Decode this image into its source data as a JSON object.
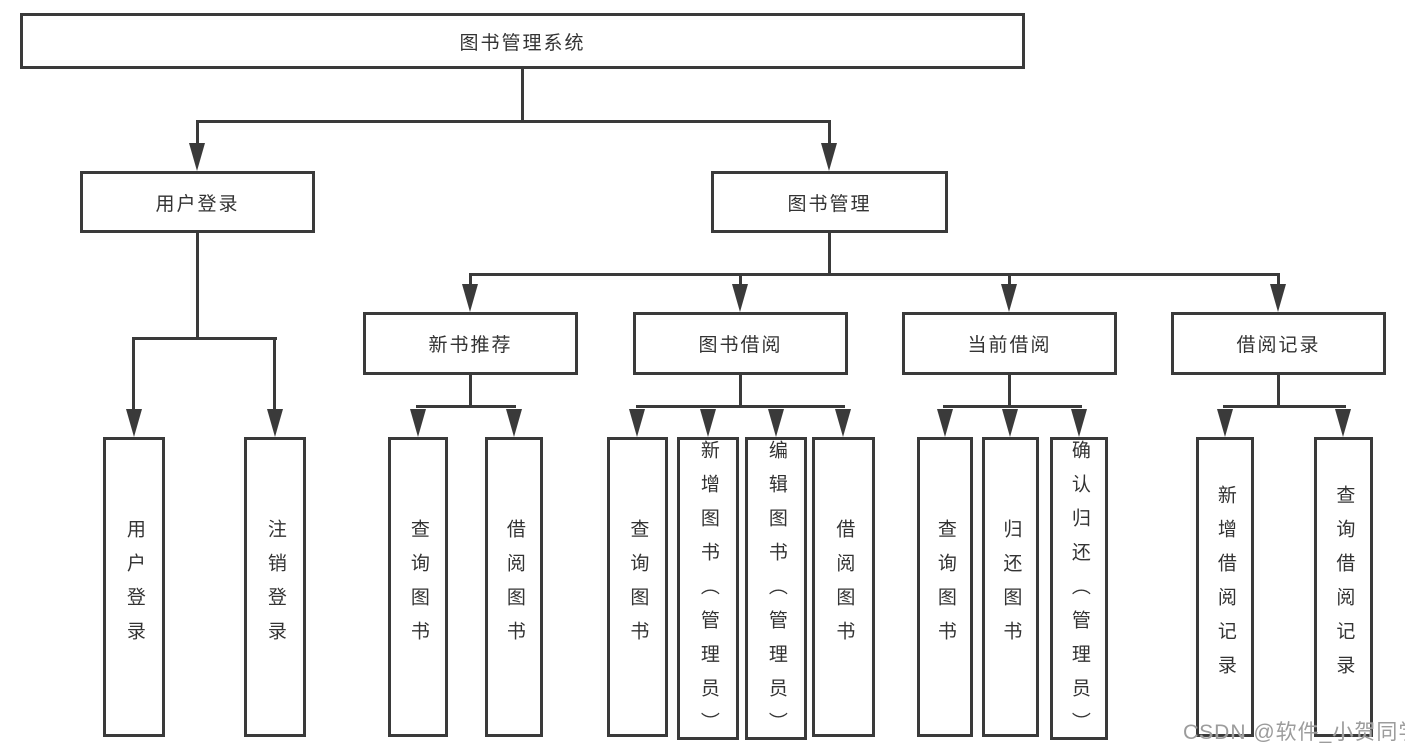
{
  "colors": {
    "line": "#3a3a3a",
    "box_border": "#3a3a3a",
    "text": "#333333",
    "background": "#ffffff",
    "watermark": "#9c9c9c"
  },
  "nodes": {
    "root": "图书管理系统",
    "login": "用户登录",
    "login_user": "用户登录",
    "login_logout": "注销登录",
    "mgmt": "图书管理",
    "rec": "新书推荐",
    "rec_query": "查询图书",
    "rec_borrow": "借阅图书",
    "borrow": "图书借阅",
    "borrow_query": "查询图书",
    "borrow_add": "新增图书（管理员）",
    "borrow_edit": "编辑图书（管理员）",
    "borrow_borrow": "借阅图书",
    "current": "当前借阅",
    "current_query": "查询图书",
    "current_return": "归还图书",
    "current_confirm": "确认归还（管理员）",
    "record": "借阅记录",
    "record_add": "新增借阅记录",
    "record_query": "查询借阅记录"
  },
  "watermark": "CSDN @软件_小贺同学"
}
